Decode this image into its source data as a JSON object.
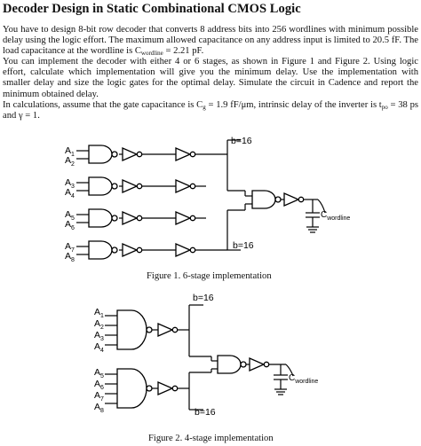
{
  "title": "Decoder Design in Static Combinational CMOS Logic",
  "para1": "You have to design 8-bit row decoder that converts 8 address bits into 256 wordlines with minimum possible delay using the logic effort. The maximum allowed capacitance on any address input is limited to 20.5 fF. The load capacitance at the wordline is C",
  "para1_sub": "wordline",
  "para1_end": " = 2.21 pF.",
  "para2": "You can implement the decoder with either 4 or 6 stages, as shown in Figure 1 and Figure 2. Using logic effort, calculate which implementation will give you the minimum delay. Use the implementation with smaller delay and size the logic gates for the optimal delay. Simulate the circuit in Cadence and report the minimum obtained delay.",
  "para3_a": "In calculations, assume that the gate capacitance is C",
  "para3_sub1": "g",
  "para3_b": " = 1.9 fF/μm, intrinsic delay of the inverter is t",
  "para3_sub2": "po",
  "para3_c": " = 38 ps and γ = 1.",
  "fig1": {
    "caption": "Figure 1. 6-stage implementation",
    "inputs": [
      [
        "A",
        "1"
      ],
      [
        "A",
        "2"
      ],
      [
        "A",
        "3"
      ],
      [
        "A",
        "4"
      ],
      [
        "A",
        "5"
      ],
      [
        "A",
        "6"
      ],
      [
        "A",
        "7"
      ],
      [
        "A",
        "8"
      ]
    ],
    "branch_top": "b=16",
    "branch_bottom": "b=16",
    "load_label": "C",
    "load_sub": "wordline"
  },
  "fig2": {
    "caption": "Figure 2. 4-stage implementation",
    "inputs": [
      [
        "A",
        "1"
      ],
      [
        "A",
        "2"
      ],
      [
        "A",
        "3"
      ],
      [
        "A",
        "4"
      ],
      [
        "A",
        "5"
      ],
      [
        "A",
        "6"
      ],
      [
        "A",
        "7"
      ],
      [
        "A",
        "8"
      ]
    ],
    "branch_top": "b=16",
    "branch_bottom": "b=16",
    "load_label": "C",
    "load_sub": "wordline"
  }
}
